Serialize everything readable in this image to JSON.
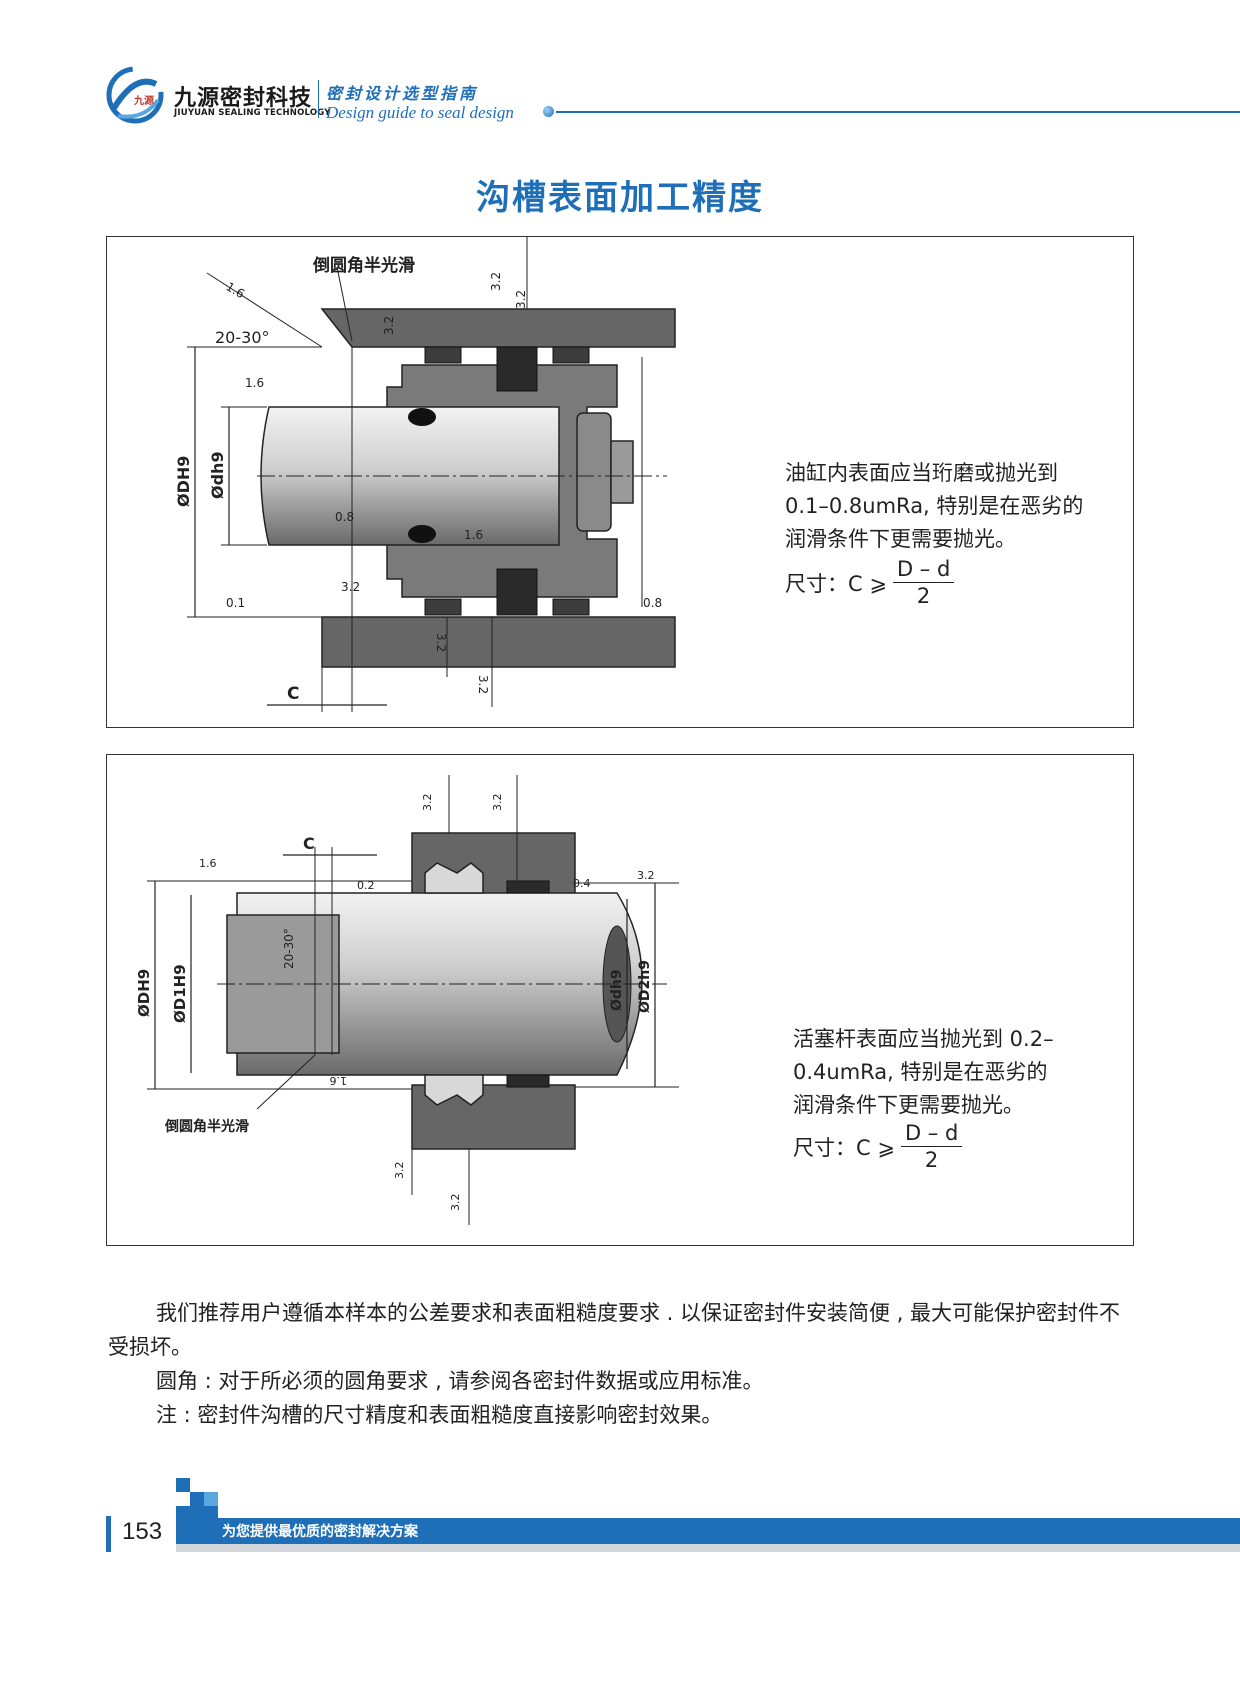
{
  "header": {
    "brand_cn": "九源密封科技",
    "brand_en": "JIUYUAN SEALING TECHNOLOGY",
    "guide_cn": "密封设计选型指南",
    "guide_en": "Design guide to seal design",
    "logo_text": "九源",
    "accent_color": "#1f6fb8"
  },
  "title": "沟槽表面加工精度",
  "figure1": {
    "callout": "倒圆角半光滑",
    "angle": "20-30°",
    "dim_outer": "ØDH9",
    "dim_inner": "Ødh9",
    "dim_c": "C",
    "roughness": [
      "1.6",
      "1.6",
      "3.2",
      "3.2",
      "3.2",
      "0.8",
      "1.6",
      "3.2",
      "0.1",
      "0.8",
      "3.2",
      "3.2"
    ],
    "note_lines": [
      "油缸内表面应当珩磨或抛光到",
      "0.1–0.8umRa, 特别是在恶劣的",
      "润滑条件下更需要抛光。"
    ],
    "formula_label": "尺寸：C ⩾",
    "formula_num": "D – d",
    "formula_den": "2"
  },
  "figure2": {
    "callout": "倒圆角半光滑",
    "angle": "20-30°",
    "dim_outer": "ØDH9",
    "dim_inner": "ØD1H9",
    "dim_rod": "Ødh9",
    "dim_rod2": "ØD2h9",
    "dim_c": "C",
    "roughness": [
      "1.6",
      "3.2",
      "3.2",
      "0.2",
      "0.4",
      "3.2",
      "1.6",
      "3.2",
      "3.2"
    ],
    "note_lines": [
      "活塞杆表面应当抛光到 0.2–",
      "0.4umRa, 特别是在恶劣的",
      "润滑条件下更需要抛光。"
    ],
    "formula_label": "尺寸：C ⩾",
    "formula_num": "D – d",
    "formula_den": "2"
  },
  "body": {
    "para1": "我们推荐用户遵循本样本的公差要求和表面粗糙度要求 . 以保证密封件安装简便 , 最大可能保护密封件不受损坏。",
    "para2": "圆角 : 对于所必须的圆角要求 , 请参阅各密封件数据或应用标准。",
    "para3": "注 : 密封件沟槽的尺寸精度和表面粗糙度直接影响密封效果。"
  },
  "footer": {
    "page_number": "153",
    "slogan": "为您提供最优质的密封解决方案"
  }
}
